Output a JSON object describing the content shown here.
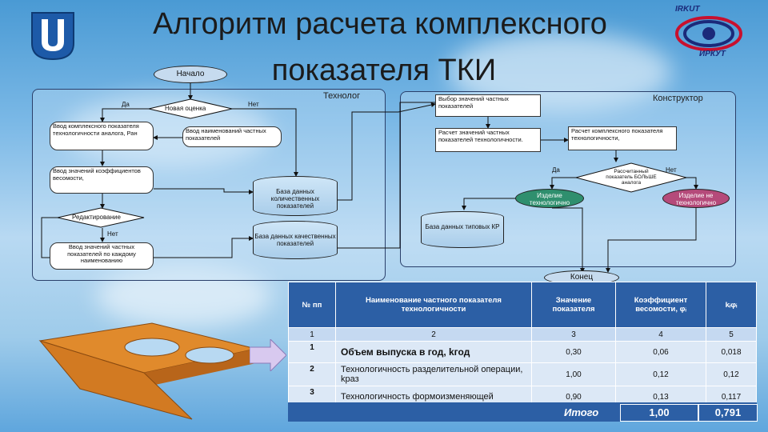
{
  "title": {
    "line1": "Алгоритм расчета комплексного",
    "line2": "показателя ТКИ"
  },
  "logos": {
    "right_top": "IRKUT",
    "right_bottom": "ИРКУТ"
  },
  "flowchart": {
    "start": "Начало",
    "end": "Конец",
    "technologist_label": "Технолог",
    "constructor_label": "Конструктор",
    "yes": "Да",
    "no": "Нет",
    "new_estimate": "Новая оценка",
    "enter_complex": "Ввод комплексного показателя технологичности аналога, Ран",
    "enter_names": "Ввод наименований частных показателей",
    "enter_weights": "Ввод значений коэффициентов весомости,",
    "editing": "Редактирование",
    "enter_partial": "Ввод значений частных показателей по каждому наименованию",
    "db_quant": "База данных количественных показателей",
    "db_qual": "База данных качественных показателей",
    "select_partial": "Выбор значений частных показателей",
    "calc_partial": "Расчет значений частных показателей технологичности.",
    "calc_complex": "Расчет комплексного показателя технологичности,",
    "decision": "Рассчитанный показатель БОЛЬШЕ аналога",
    "tech_ok": "Изделие технологично",
    "tech_not": "Изделие не технологично",
    "db_kr": "База данных типовых КР"
  },
  "table": {
    "headers": [
      "№ пп",
      "Наименование частного показателя технологичности",
      "Значение показателя",
      "Коэффициент весомости, φᵢ",
      "kᵢφᵢ"
    ],
    "numbers": [
      "1",
      "2",
      "3",
      "4",
      "5"
    ],
    "rows": [
      {
        "n": "1",
        "name": "Объем выпуска в год, kгод",
        "value": "0,30",
        "weight": "0,06",
        "product": "0,018"
      },
      {
        "n": "2",
        "name": "Технологичность разделительной операции, kраз",
        "value": "1,00",
        "weight": "0,12",
        "product": "0,12"
      },
      {
        "n": "3",
        "name": "Технологичность формоизменяющей",
        "value": "0,90",
        "weight": "0,13",
        "product": "0,117"
      }
    ],
    "total_label": "Итого",
    "total_weight": "1,00",
    "total_product": "0,791"
  },
  "colors": {
    "header_blue": "#2c5fa5",
    "row_light": "#dce8f6",
    "part_orange": "#e08a2c"
  }
}
